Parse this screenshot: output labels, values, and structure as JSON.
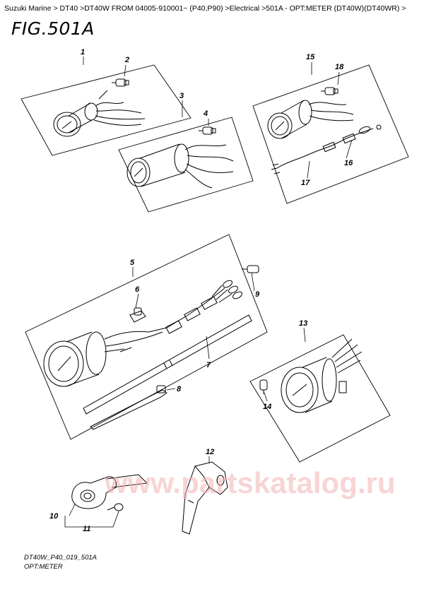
{
  "breadcrumb": "Suzuki Marine > DT40 >DT40W FROM 04005-910001~ (P40,P90) >Electrical >501A - OPT:METER (DT40W)(DT40WR) >",
  "figure_title": "FIG.501A",
  "watermark": "www.partskatalog.ru",
  "footer": {
    "code": "DT40W_P40_019_501A",
    "name": "OPT:METER"
  },
  "callouts": {
    "c1": "1",
    "c2": "2",
    "c3": "3",
    "c4": "4",
    "c5": "5",
    "c6": "6",
    "c7": "7",
    "c8": "8",
    "c9": "9",
    "c10": "10",
    "c11": "11",
    "c12": "12",
    "c13": "13",
    "c14": "14",
    "c15": "15",
    "c16": "16",
    "c17": "17",
    "c18": "18"
  }
}
